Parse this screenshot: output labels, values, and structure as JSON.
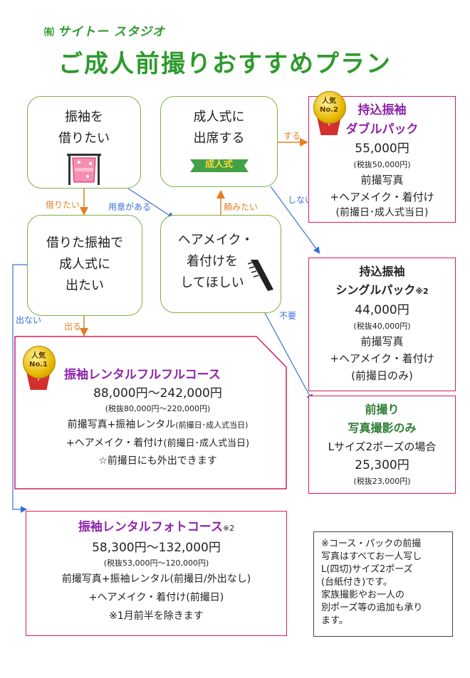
{
  "header": {
    "brand_prefix": "㈲",
    "brand": "サイトー スタジオ",
    "title": "ご成人前撮りおすすめプラン"
  },
  "nodes": {
    "borrow": [
      "振袖を",
      "借りたい"
    ],
    "attend": [
      "成人式に",
      "出席する"
    ],
    "ceremony_banner": "成人式",
    "borrowed_attend": [
      "借りた振袖で",
      "成人式に",
      "出たい"
    ],
    "hairmake": [
      "ヘアメイク・",
      "着付けを",
      "してほしい"
    ]
  },
  "edges": {
    "karitai": "借りたい",
    "youi": "用意がある",
    "tanomitai": "頼みたい",
    "suru": "する",
    "shinai": "しない",
    "fuyou": "不要",
    "denai": "出ない",
    "deru": "出る"
  },
  "badges": {
    "popular": "人気",
    "no2": "No.2",
    "no1": "No.1"
  },
  "plans": {
    "double": {
      "title1": "持込振袖",
      "title2": "ダブルパック",
      "price": "55,000円",
      "tax": "(税抜50,000円)",
      "l1": "前撮写真",
      "l2": "+ヘアメイク・着付け",
      "l3": "(前撮日･成人式当日)"
    },
    "single": {
      "title1": "持込振袖",
      "title2": "シングルパック",
      "mark": "※2",
      "price": "44,000円",
      "tax": "(税抜40,000円)",
      "l1": "前撮写真",
      "l2": "+ヘアメイク・着付け",
      "l3": "(前撮日のみ)"
    },
    "photo_only": {
      "title1": "前撮り",
      "title2": "写真撮影のみ",
      "l1": "Lサイズ2ポーズの場合",
      "price": "25,300円",
      "tax": "(税抜23,000円)"
    },
    "full": {
      "title": "振袖レンタルフルフルコース",
      "price": "88,000円～242,000円",
      "tax": "(税抜80,000円～220,000円)",
      "l1a": "前撮写真+振袖レンタル",
      "l1b": "(前撮日･成人式当日)",
      "l2a": "+ヘアメイク・着付け",
      "l2b": "(前撮日･成人式当日)",
      "l3": "☆前撮日にも外出できます"
    },
    "photo": {
      "title": "振袖レンタルフォトコース",
      "mark": "※2",
      "price": "58,300円～132,000円",
      "tax": "(税抜53,000円～120,000円)",
      "l1a": "前撮写真+振袖レンタル",
      "l1b": "(前撮日/外出なし)",
      "l2a": "+ヘアメイク・着付け",
      "l2b": "(前撮日)",
      "l3": "※1月前半を除きます"
    }
  },
  "note": [
    "※コース・パックの前撮",
    "写真はすべてお一人写し",
    "L(四切)サイズ2ポーズ",
    "(台紙付き)です。",
    "家族撮影やお一人の",
    "別ポーズ等の追加も承り",
    "ます。"
  ],
  "colors": {
    "green": "#2e9a2e",
    "node_border": "#7cb342",
    "plan_border": "#d81b60",
    "purple": "#8e24aa",
    "orange_arrow": "#e67e22",
    "blue_arrow": "#3a6fd8"
  }
}
